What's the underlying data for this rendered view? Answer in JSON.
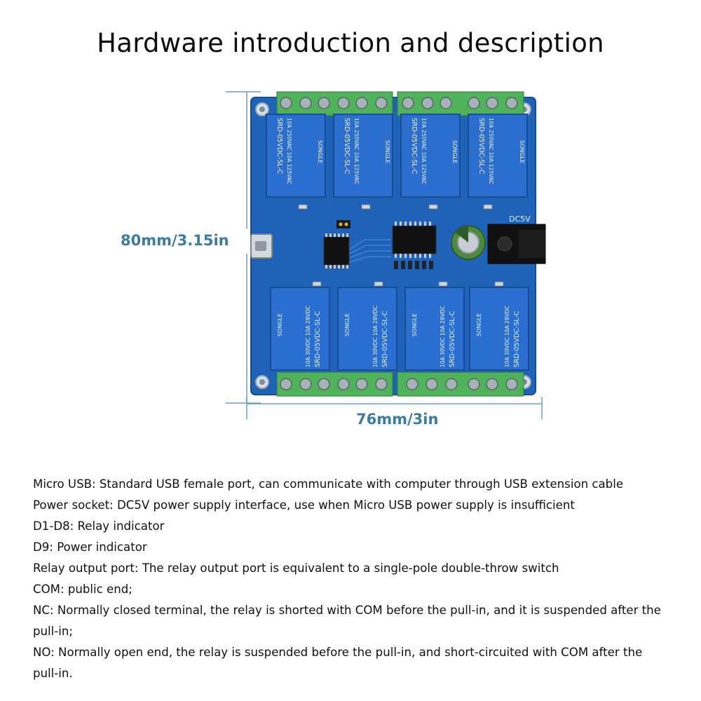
{
  "title": "Hardware introduction and description",
  "dimensions": {
    "height_label": "80mm/3.15in",
    "width_label": "76mm/3in"
  },
  "board": {
    "power_label": "DC5V",
    "relay_text": {
      "model": "SRD-05VDC-SL-C",
      "rating_1": "10A 250VAC  10A 125VAC",
      "rating_2": "10A 30VDC  10A 28VDC",
      "brand": "SONGLE"
    },
    "colors": {
      "pcb": "#1f63b8",
      "relay": "#2a6fd0",
      "terminal": "#4fb35a",
      "dimension": "#3b7da2"
    }
  },
  "description": [
    "Micro USB: Standard USB female port, can communicate with computer through USB extension cable",
    "Power socket: DC5V power supply interface, use when Micro USB power supply is insufficient",
    "D1-D8: Relay indicator",
    "D9: Power indicator",
    "Relay output port: The relay output port is equivalent to a single-pole double-throw switch",
    "COM: public end;",
    "NC: Normally closed terminal, the relay is shorted with COM before the pull-in, and it is suspended after the pull-in;",
    "NO: Normally open end, the relay is suspended before the pull-in, and short-circuited with COM after the pull-in."
  ]
}
